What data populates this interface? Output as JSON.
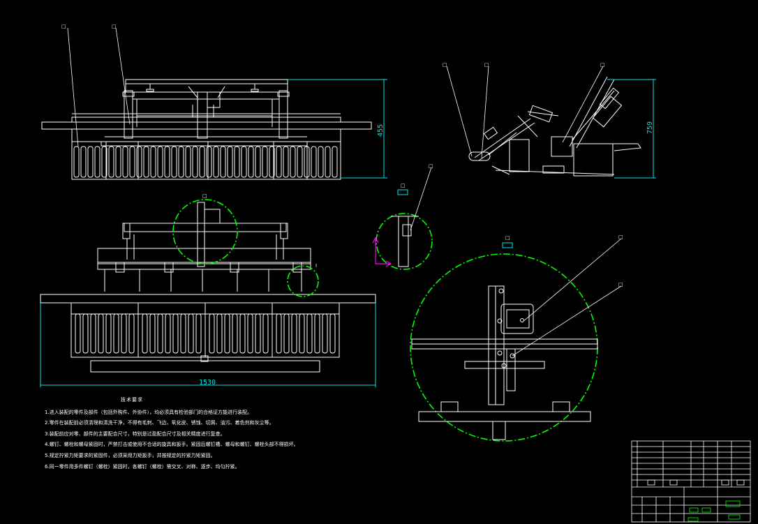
{
  "drawing": {
    "background": "#000000",
    "line_color": "#ffffff",
    "detail_circle_color": "#00ff00",
    "dimension_color": "#00e5e5",
    "ucs_icon_color": "#ff00ff"
  },
  "dimensions": {
    "front_height": "455",
    "side_height": "759",
    "overall_width": "1530"
  },
  "labels": {
    "balloon": "□",
    "top_view_marker": "I"
  },
  "technical_requirements": {
    "title": "技术要求",
    "items": [
      "1.进入装配的零件及部件（包括外购件、外协件），均必须具有检验部门的合格证方能进行装配。",
      "2.零件在装配前必须清理和清洗干净，不得有毛刺、飞边、氧化皮、锈蚀、切屑、油污、着色剂和灰尘等。",
      "3.装配前应对零、部件的主要配合尺寸，特别是过盈配合尺寸及相关精度进行复查。",
      "4.螺钉、螺栓和螺母紧固时，严禁打击或使用不合适的旋具和扳手。紧固后螺钉槽、螺母和螺钉、螺栓头部不得损坏。",
      "5.规定拧紧力矩要求的紧固件，必须采用力矩扳手，并按规定的拧紧力矩紧固。",
      "6.同一零件用多件螺钉（螺栓）紧固时，各螺钉（螺栓）需交叉、对称、逐步、均匀拧紧。"
    ]
  }
}
